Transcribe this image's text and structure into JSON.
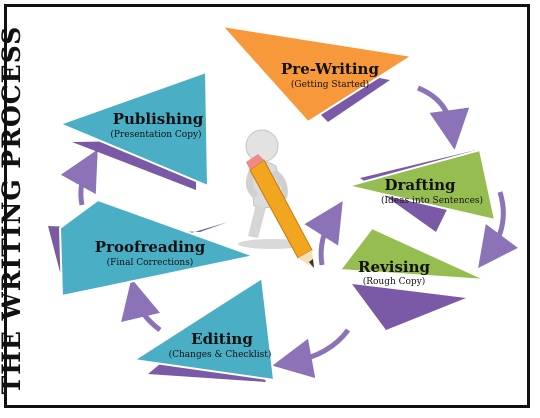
{
  "side_title": "THE WRITING PROCESS",
  "colors": {
    "prewriting": "#f7983a",
    "drafting": "#95bd4f",
    "revising": "#95bd4f",
    "editing": "#4aafc5",
    "proofreading": "#4aafc5",
    "publishing": "#4aafc5",
    "shadow": "#7a5aa6",
    "arrow": "#8c73b8"
  },
  "stages": [
    {
      "title": "Pre-Writing",
      "subtitle": "(Getting Started)"
    },
    {
      "title": "Drafting",
      "subtitle": "(Ideas into Sentences)"
    },
    {
      "title": "Revising",
      "subtitle": "(Rough Copy)"
    },
    {
      "title": "Editing",
      "subtitle": "(Changes & Checklist)"
    },
    {
      "title": "Proofreading",
      "subtitle": "(Final Corrections)"
    },
    {
      "title": "Publishing",
      "subtitle": "(Presentation Copy)"
    }
  ],
  "center_figure": "3d-person-with-pencil"
}
